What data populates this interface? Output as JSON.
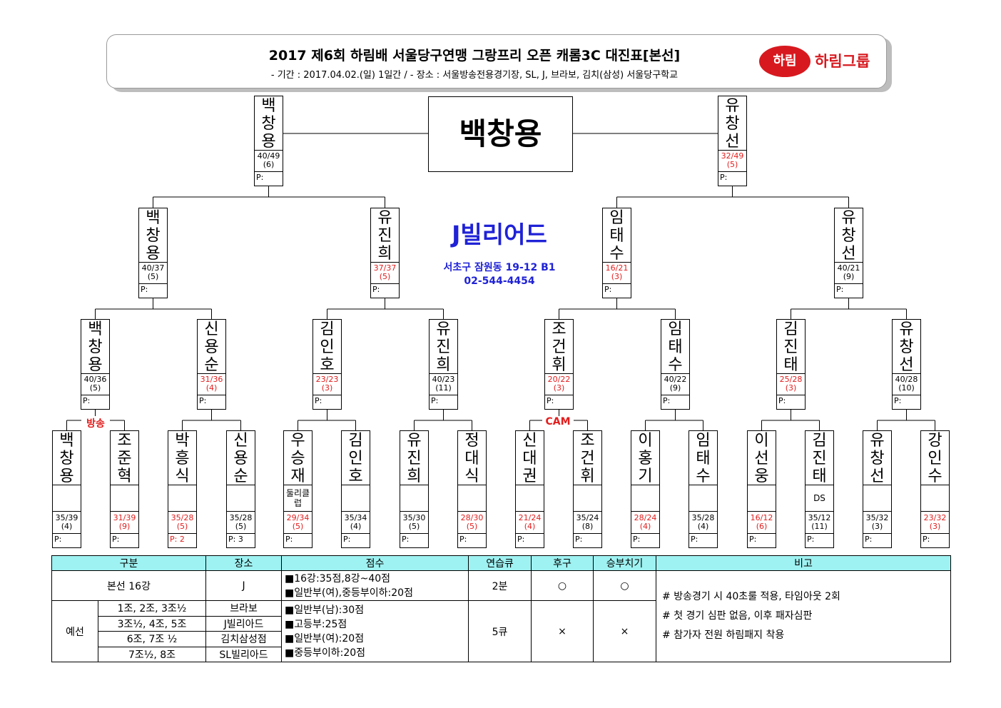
{
  "header": {
    "title": "2017 제6회 하림배 서울당구연맹 그랑프리 오픈 캐롬3C 대진표[본선]",
    "subtitle": "- 기간 : 2017.04.02.(일) 1일간 / - 장소 : 서울방송전용경기장, SL, J, 브라보, 김치(삼성) 서울당구학교",
    "logo_badge": "하림",
    "logo_text": "하림그룹",
    "brand_color": "#d7191f"
  },
  "champion": "백창용",
  "venue": {
    "name": "J빌리어드",
    "address": "서초구 잠원동 19-12 B1",
    "phone": "02-544-4454",
    "color": "#1f22d6"
  },
  "tags": {
    "broadcast": "방송",
    "cam": "CAM"
  },
  "bracket": {
    "final": [
      {
        "name": "백창용",
        "score": "40/49",
        "inn": "(6)",
        "pen": "P:",
        "red": false
      },
      {
        "name": "유창선",
        "score": "32/49",
        "inn": "(5)",
        "pen": "P:",
        "red": true
      }
    ],
    "semi": [
      {
        "name": "백창용",
        "score": "40/37",
        "inn": "(5)",
        "pen": "P:",
        "red": false
      },
      {
        "name": "유진희",
        "score": "37/37",
        "inn": "(5)",
        "pen": "P:",
        "red": true
      },
      {
        "name": "임태수",
        "score": "16/21",
        "inn": "(3)",
        "pen": "P:",
        "red": true
      },
      {
        "name": "유창선",
        "score": "40/21",
        "inn": "(9)",
        "pen": "P:",
        "red": false
      }
    ],
    "quarter": [
      {
        "name": "백창용",
        "score": "40/36",
        "inn": "(5)",
        "pen": "P:",
        "red": false
      },
      {
        "name": "신용순",
        "score": "31/36",
        "inn": "(4)",
        "pen": "P:",
        "red": true
      },
      {
        "name": "김인호",
        "score": "23/23",
        "inn": "(3)",
        "pen": "P:",
        "red": true
      },
      {
        "name": "유진희",
        "score": "40/23",
        "inn": "(11)",
        "pen": "P:",
        "red": false
      },
      {
        "name": "조건휘",
        "score": "20/22",
        "inn": "(3)",
        "pen": "P:",
        "red": true
      },
      {
        "name": "임태수",
        "score": "40/22",
        "inn": "(9)",
        "pen": "P:",
        "red": false
      },
      {
        "name": "김진태",
        "score": "25/28",
        "inn": "(3)",
        "pen": "P:",
        "red": true
      },
      {
        "name": "유창선",
        "score": "40/28",
        "inn": "(10)",
        "pen": "P:",
        "red": false
      }
    ],
    "round16": [
      {
        "name": "백창용",
        "note": "",
        "score": "35/39",
        "inn": "(4)",
        "pen": "P:",
        "red": false,
        "penred": false
      },
      {
        "name": "조준혁",
        "note": "",
        "score": "31/39",
        "inn": "(9)",
        "pen": "P:",
        "red": true,
        "penred": false
      },
      {
        "name": "박흥식",
        "note": "",
        "score": "35/28",
        "inn": "(5)",
        "pen": "P: 2",
        "red": true,
        "penred": true
      },
      {
        "name": "신용순",
        "note": "",
        "score": "35/28",
        "inn": "(5)",
        "pen": "P: 3",
        "red": false,
        "penred": false
      },
      {
        "name": "우승재",
        "note": "둘리클럽",
        "score": "29/34",
        "inn": "(5)",
        "pen": "P:",
        "red": true,
        "penred": false
      },
      {
        "name": "김인호",
        "note": "",
        "score": "35/34",
        "inn": "(4)",
        "pen": "P:",
        "red": false,
        "penred": false
      },
      {
        "name": "유진희",
        "note": "",
        "score": "35/30",
        "inn": "(5)",
        "pen": "P:",
        "red": false,
        "penred": false
      },
      {
        "name": "정대식",
        "note": "",
        "score": "28/30",
        "inn": "(5)",
        "pen": "P:",
        "red": true,
        "penred": false
      },
      {
        "name": "신대권",
        "note": "",
        "score": "21/24",
        "inn": "(4)",
        "pen": "P:",
        "red": true,
        "penred": false
      },
      {
        "name": "조건휘",
        "note": "",
        "score": "35/24",
        "inn": "(8)",
        "pen": "P:",
        "red": false,
        "penred": false
      },
      {
        "name": "이홍기",
        "note": "",
        "score": "28/24",
        "inn": "(4)",
        "pen": "P:",
        "red": true,
        "penred": false
      },
      {
        "name": "임태수",
        "note": "",
        "score": "35/28",
        "inn": "(4)",
        "pen": "P:",
        "red": false,
        "penred": false
      },
      {
        "name": "이선웅",
        "note": "",
        "score": "16/12",
        "inn": "(6)",
        "pen": "P:",
        "red": true,
        "penred": false
      },
      {
        "name": "김진태",
        "note": "DS",
        "score": "35/12",
        "inn": "(11)",
        "pen": "P:",
        "red": false,
        "penred": false
      },
      {
        "name": "유창선",
        "note": "",
        "score": "35/32",
        "inn": "(3)",
        "pen": "P:",
        "red": false,
        "penred": false
      },
      {
        "name": "강인수",
        "note": "",
        "score": "23/32",
        "inn": "(3)",
        "pen": "P:",
        "red": true,
        "penred": false
      }
    ]
  },
  "info": {
    "headers": [
      "구분",
      "장소",
      "점수",
      "연습큐",
      "후구",
      "승부치기",
      "비고"
    ],
    "main_row": {
      "label": "본선 16강",
      "venue": "J",
      "scores": [
        "■16강:35점,8강~40점",
        "■일반부(여),중등부이하:20점"
      ],
      "practice": "2분",
      "break": "○",
      "shootout": "○"
    },
    "prelim": {
      "label": "예선",
      "groups": [
        {
          "group": "1조, 2조, 3조½",
          "venue": "브라보"
        },
        {
          "group": "3조½, 4조, 5조",
          "venue": "J빌리아드"
        },
        {
          "group": "6조, 7조 ½",
          "venue": "김치삼성점"
        },
        {
          "group": "7조½, 8조",
          "venue": "SL빌리아드"
        }
      ],
      "scores": [
        "■일반부(남):30점",
        "■고등부:25점",
        "■일반부(여):20점",
        "■중등부이하:20점"
      ],
      "practice": "5큐",
      "break": "×",
      "shootout": "×"
    },
    "notes": [
      "# 방송경기 시 40초룰 적용, 타임아웃 2회",
      "# 첫 경기 심판 없음, 이후 패자심판",
      "# 참가자 전원 하림패지 착용"
    ],
    "header_color": "#9ff2f2"
  }
}
